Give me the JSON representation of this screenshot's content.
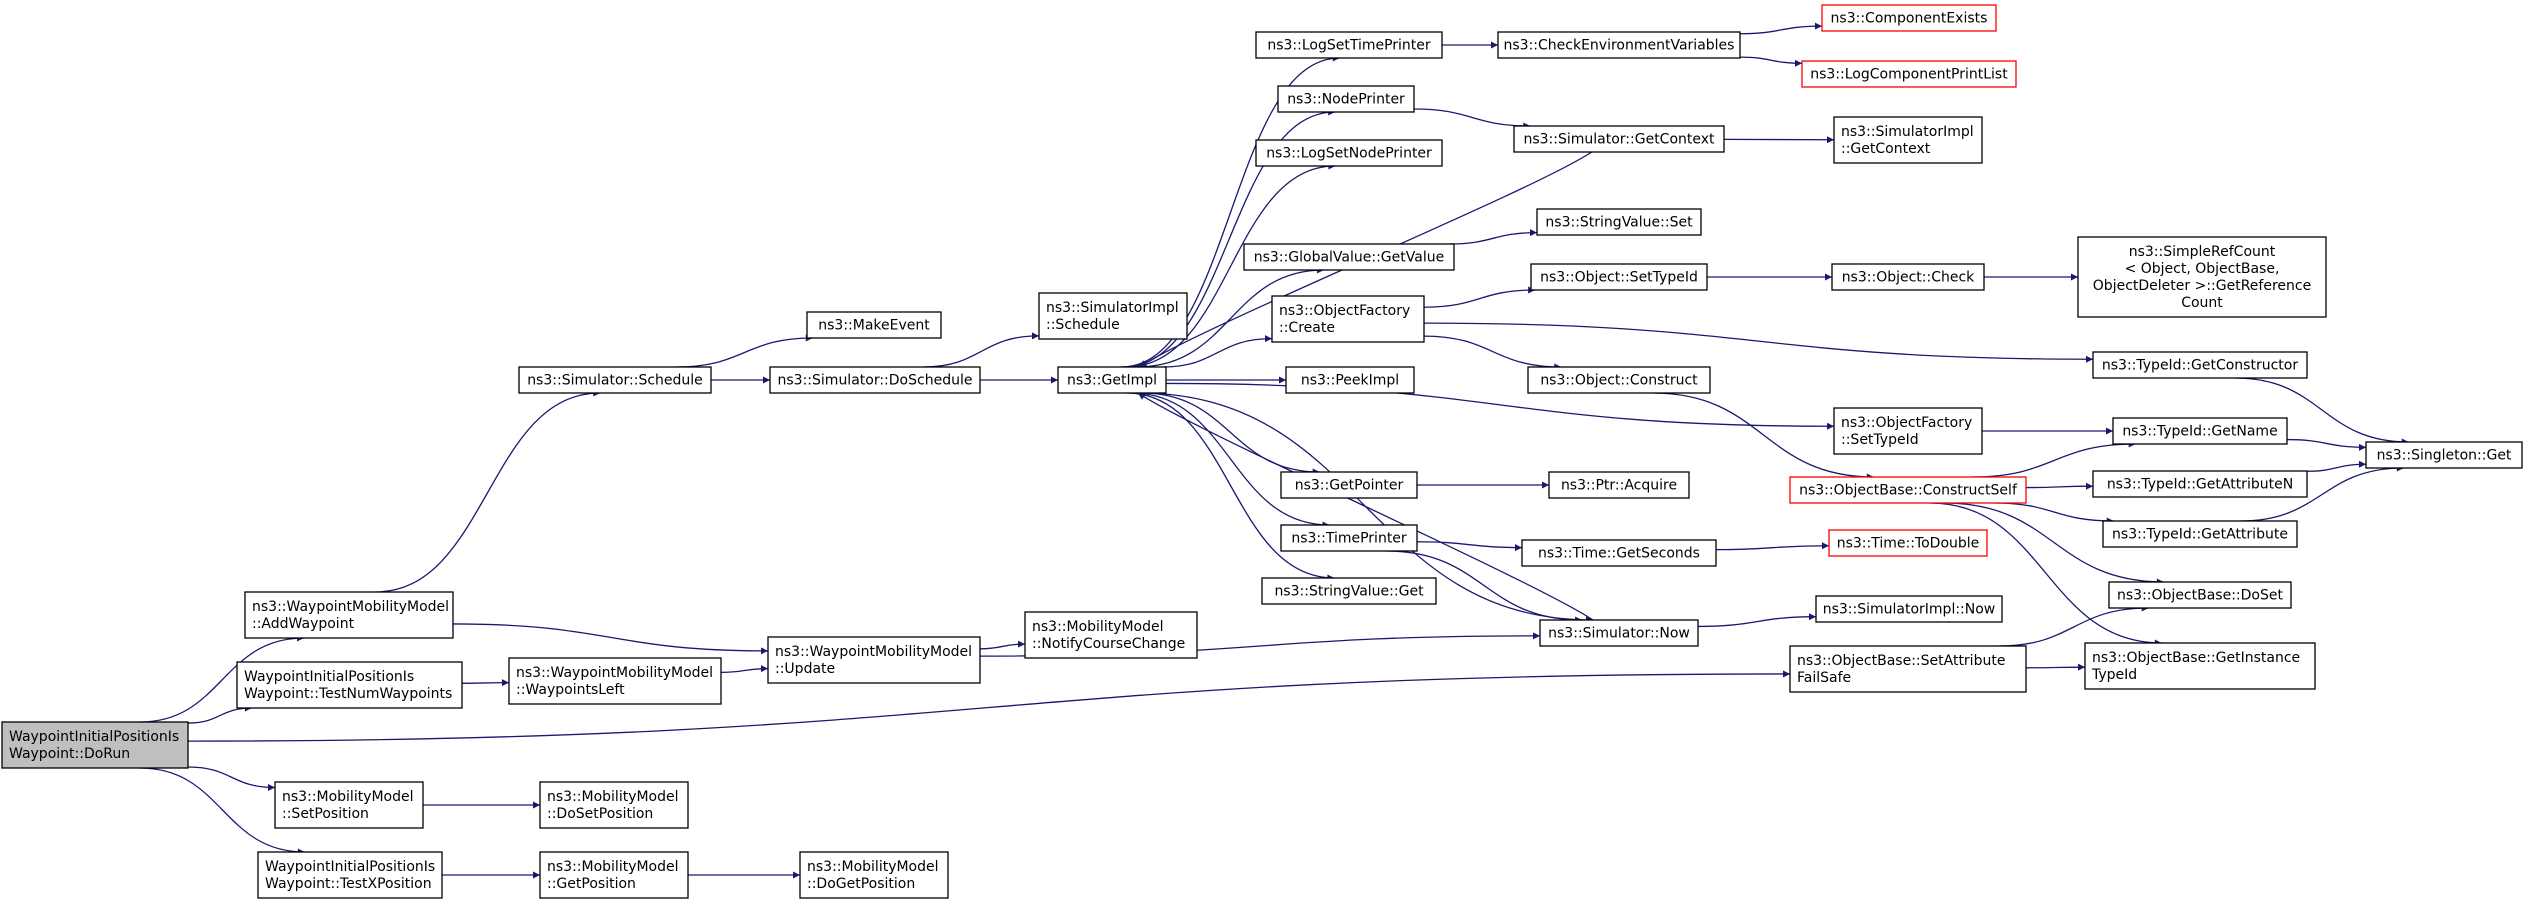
{
  "nodes": [
    {
      "id": "root",
      "lines": [
        "WaypointInitialPositionIs",
        "Waypoint::DoRun"
      ],
      "style": "root"
    },
    {
      "id": "addwp",
      "lines": [
        "ns3::WaypointMobilityModel",
        "::AddWaypoint"
      ],
      "style": "normal"
    },
    {
      "id": "testnum",
      "lines": [
        "WaypointInitialPositionIs",
        "Waypoint::TestNumWaypoints"
      ],
      "style": "normal"
    },
    {
      "id": "setpos",
      "lines": [
        "ns3::MobilityModel",
        "::SetPosition"
      ],
      "style": "normal"
    },
    {
      "id": "testx",
      "lines": [
        "WaypointInitialPositionIs",
        "Waypoint::TestXPosition"
      ],
      "style": "normal"
    },
    {
      "id": "sched",
      "lines": [
        "ns3::Simulator::Schedule"
      ],
      "style": "normal"
    },
    {
      "id": "wpleft",
      "lines": [
        "ns3::WaypointMobilityModel",
        "::WaypointsLeft"
      ],
      "style": "normal"
    },
    {
      "id": "dosetpos",
      "lines": [
        "ns3::MobilityModel",
        "::DoSetPosition"
      ],
      "style": "normal"
    },
    {
      "id": "getpos",
      "lines": [
        "ns3::MobilityModel",
        "::GetPosition"
      ],
      "style": "normal"
    },
    {
      "id": "makeevent",
      "lines": [
        "ns3::MakeEvent"
      ],
      "style": "normal"
    },
    {
      "id": "dosched",
      "lines": [
        "ns3::Simulator::DoSchedule"
      ],
      "style": "normal"
    },
    {
      "id": "update",
      "lines": [
        "ns3::WaypointMobilityModel",
        "::Update"
      ],
      "style": "normal"
    },
    {
      "id": "dogetpos",
      "lines": [
        "ns3::MobilityModel",
        "::DoGetPosition"
      ],
      "style": "normal"
    },
    {
      "id": "simimplsched",
      "lines": [
        "ns3::SimulatorImpl",
        "::Schedule"
      ],
      "style": "normal"
    },
    {
      "id": "getimpl",
      "lines": [
        "ns3::GetImpl"
      ],
      "style": "normal"
    },
    {
      "id": "notify",
      "lines": [
        "ns3::MobilityModel",
        "::NotifyCourseChange"
      ],
      "style": "normal"
    },
    {
      "id": "logsettime",
      "lines": [
        "ns3::LogSetTimePrinter"
      ],
      "style": "normal"
    },
    {
      "id": "nodeprinter",
      "lines": [
        "ns3::NodePrinter"
      ],
      "style": "normal"
    },
    {
      "id": "logsetnode",
      "lines": [
        "ns3::LogSetNodePrinter"
      ],
      "style": "normal"
    },
    {
      "id": "gvgetvalue",
      "lines": [
        "ns3::GlobalValue::GetValue"
      ],
      "style": "normal"
    },
    {
      "id": "ofcreate",
      "lines": [
        "ns3::ObjectFactory",
        "::Create"
      ],
      "style": "normal"
    },
    {
      "id": "peekimpl",
      "lines": [
        "ns3::PeekImpl"
      ],
      "style": "normal"
    },
    {
      "id": "getpointer",
      "lines": [
        "ns3::GetPointer"
      ],
      "style": "normal"
    },
    {
      "id": "timeprinter",
      "lines": [
        "ns3::TimePrinter"
      ],
      "style": "normal"
    },
    {
      "id": "svget",
      "lines": [
        "ns3::StringValue::Get"
      ],
      "style": "normal"
    },
    {
      "id": "checkenv",
      "lines": [
        "ns3::CheckEnvironmentVariables"
      ],
      "style": "normal"
    },
    {
      "id": "simgetctx",
      "lines": [
        "ns3::Simulator::GetContext"
      ],
      "style": "normal"
    },
    {
      "id": "svset",
      "lines": [
        "ns3::StringValue::Set"
      ],
      "style": "normal"
    },
    {
      "id": "objsettype",
      "lines": [
        "ns3::Object::SetTypeId"
      ],
      "style": "normal"
    },
    {
      "id": "objconstruct",
      "lines": [
        "ns3::Object::Construct"
      ],
      "style": "normal"
    },
    {
      "id": "ptracquire",
      "lines": [
        "ns3::Ptr::Acquire"
      ],
      "style": "normal"
    },
    {
      "id": "timegetsec",
      "lines": [
        "ns3::Time::GetSeconds"
      ],
      "style": "normal"
    },
    {
      "id": "simnow",
      "lines": [
        "ns3::Simulator::Now"
      ],
      "style": "normal"
    },
    {
      "id": "compexists",
      "lines": [
        "ns3::ComponentExists"
      ],
      "style": "red"
    },
    {
      "id": "logcompprint",
      "lines": [
        "ns3::LogComponentPrintList"
      ],
      "style": "red"
    },
    {
      "id": "simimplgetctx",
      "lines": [
        "ns3::SimulatorImpl",
        "::GetContext"
      ],
      "style": "normal"
    },
    {
      "id": "objcheck",
      "lines": [
        "ns3::Object::Check"
      ],
      "style": "normal"
    },
    {
      "id": "ofsettype",
      "lines": [
        "ns3::ObjectFactory",
        "::SetTypeId"
      ],
      "style": "normal"
    },
    {
      "id": "obconstructself",
      "lines": [
        "ns3::ObjectBase::ConstructSelf"
      ],
      "style": "red"
    },
    {
      "id": "timetodouble",
      "lines": [
        "ns3::Time::ToDouble"
      ],
      "style": "red"
    },
    {
      "id": "simimplnow",
      "lines": [
        "ns3::SimulatorImpl::Now"
      ],
      "style": "normal"
    },
    {
      "id": "obsetattr",
      "lines": [
        "ns3::ObjectBase::SetAttribute",
        "FailSafe"
      ],
      "style": "normal"
    },
    {
      "id": "simplerefcount",
      "lines": [
        "ns3::SimpleRefCount",
        "< Object, ObjectBase,",
        " ObjectDeleter >::GetReference",
        "Count"
      ],
      "style": "normal"
    },
    {
      "id": "tidgetctor",
      "lines": [
        "ns3::TypeId::GetConstructor"
      ],
      "style": "normal"
    },
    {
      "id": "tidgetname",
      "lines": [
        "ns3::TypeId::GetName"
      ],
      "style": "normal"
    },
    {
      "id": "tidgetattrn",
      "lines": [
        "ns3::TypeId::GetAttributeN"
      ],
      "style": "normal"
    },
    {
      "id": "tidgetattr",
      "lines": [
        "ns3::TypeId::GetAttribute"
      ],
      "style": "normal"
    },
    {
      "id": "obdoset",
      "lines": [
        "ns3::ObjectBase::DoSet"
      ],
      "style": "normal"
    },
    {
      "id": "obgetinst",
      "lines": [
        "ns3::ObjectBase::GetInstance",
        "TypeId"
      ],
      "style": "normal"
    },
    {
      "id": "singleton",
      "lines": [
        "ns3::Singleton::Get"
      ],
      "style": "normal"
    }
  ],
  "edges": [
    [
      "root",
      "addwp"
    ],
    [
      "root",
      "testnum"
    ],
    [
      "root",
      "obsetattr"
    ],
    [
      "root",
      "setpos"
    ],
    [
      "root",
      "testx"
    ],
    [
      "addwp",
      "sched"
    ],
    [
      "addwp",
      "update"
    ],
    [
      "testnum",
      "wpleft"
    ],
    [
      "wpleft",
      "update"
    ],
    [
      "setpos",
      "dosetpos"
    ],
    [
      "testx",
      "getpos"
    ],
    [
      "getpos",
      "dogetpos"
    ],
    [
      "sched",
      "makeevent"
    ],
    [
      "sched",
      "dosched"
    ],
    [
      "dosched",
      "simimplsched"
    ],
    [
      "dosched",
      "getimpl"
    ],
    [
      "update",
      "notify"
    ],
    [
      "update",
      "simnow"
    ],
    [
      "getimpl",
      "logsettime"
    ],
    [
      "getimpl",
      "nodeprinter"
    ],
    [
      "getimpl",
      "logsetnode"
    ],
    [
      "getimpl",
      "gvgetvalue"
    ],
    [
      "getimpl",
      "ofcreate"
    ],
    [
      "getimpl",
      "peekimpl"
    ],
    [
      "getimpl",
      "getpointer"
    ],
    [
      "getimpl",
      "timeprinter"
    ],
    [
      "getimpl",
      "svget"
    ],
    [
      "getimpl",
      "ofsettype"
    ],
    [
      "getimpl",
      "simnow"
    ],
    [
      "logsettime",
      "checkenv"
    ],
    [
      "checkenv",
      "compexists"
    ],
    [
      "checkenv",
      "logcompprint"
    ],
    [
      "nodeprinter",
      "simgetctx"
    ],
    [
      "simgetctx",
      "getimpl"
    ],
    [
      "simgetctx",
      "simimplgetctx"
    ],
    [
      "gvgetvalue",
      "svset"
    ],
    [
      "ofcreate",
      "objsettype"
    ],
    [
      "ofcreate",
      "objconstruct"
    ],
    [
      "ofcreate",
      "tidgetctor"
    ],
    [
      "objsettype",
      "objcheck"
    ],
    [
      "objcheck",
      "simplerefcount"
    ],
    [
      "objconstruct",
      "obconstructself"
    ],
    [
      "getpointer",
      "ptracquire"
    ],
    [
      "timeprinter",
      "timegetsec"
    ],
    [
      "timeprinter",
      "simnow"
    ],
    [
      "timegetsec",
      "timetodouble"
    ],
    [
      "simnow",
      "getimpl"
    ],
    [
      "simnow",
      "simimplnow"
    ],
    [
      "ofsettype",
      "tidgetname"
    ],
    [
      "obconstructself",
      "tidgetname"
    ],
    [
      "obconstructself",
      "tidgetattrn"
    ],
    [
      "obconstructself",
      "tidgetattr"
    ],
    [
      "obconstructself",
      "obdoset"
    ],
    [
      "obconstructself",
      "obgetinst"
    ],
    [
      "obsetattr",
      "obdoset"
    ],
    [
      "obsetattr",
      "obgetinst"
    ],
    [
      "tidgetctor",
      "singleton"
    ],
    [
      "tidgetname",
      "singleton"
    ],
    [
      "tidgetattrn",
      "singleton"
    ],
    [
      "tidgetattr",
      "singleton"
    ]
  ],
  "colors": {
    "edge": "#191970",
    "root_fill": "#bfbfbf",
    "node_border": "#000000",
    "red_border": "#ff0000",
    "background": "#ffffff"
  }
}
